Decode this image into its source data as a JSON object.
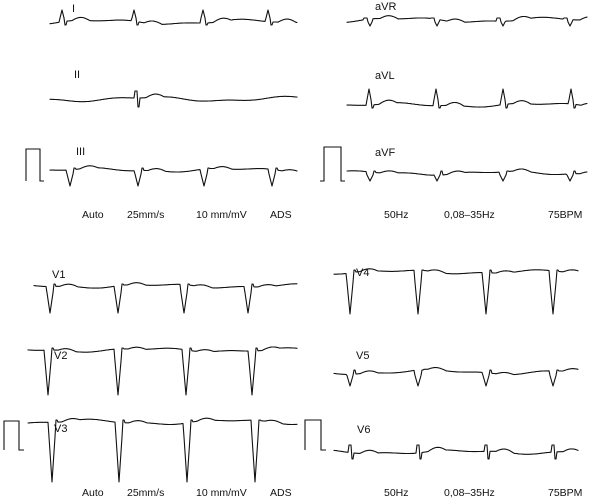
{
  "leads": {
    "I": "I",
    "II": "II",
    "III": "III",
    "aVR": "aVR",
    "aVL": "aVL",
    "aVF": "aVF",
    "V1": "V1",
    "V2": "V2",
    "V3": "V3",
    "V4": "V4",
    "V5": "V5",
    "V6": "V6"
  },
  "settings_top": {
    "mode": "Auto",
    "speed": "25mm/s",
    "gain": "10 mm/mV",
    "filter": "ADS",
    "mains": "50Hz",
    "band": "0,08–35Hz",
    "rate": "75BPM"
  },
  "settings_bottom": {
    "mode": "Auto",
    "speed": "25mm/s",
    "gain": "10 mm/mV",
    "filter": "ADS",
    "mains": "50Hz",
    "band": "0,08–35Hz",
    "rate": "75BPM"
  }
}
